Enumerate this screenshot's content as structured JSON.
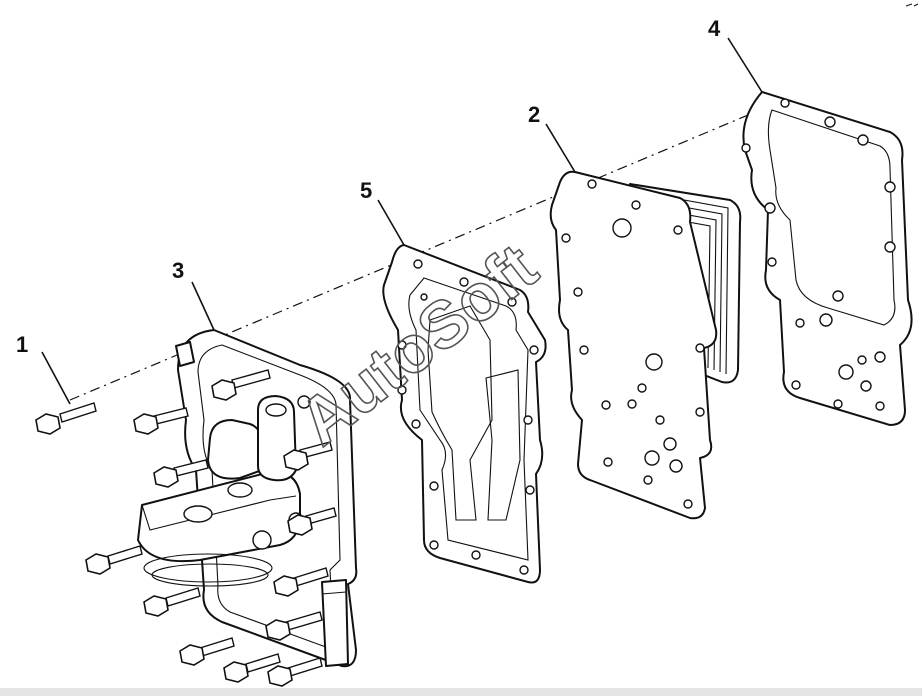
{
  "callouts": {
    "c1": "1",
    "c2": "2",
    "c3": "3",
    "c4": "4",
    "c5": "5"
  },
  "watermark": "AutoSoft",
  "colors": {
    "ink": "#111111",
    "paper": "#ffffff",
    "watermark": "#555555"
  }
}
